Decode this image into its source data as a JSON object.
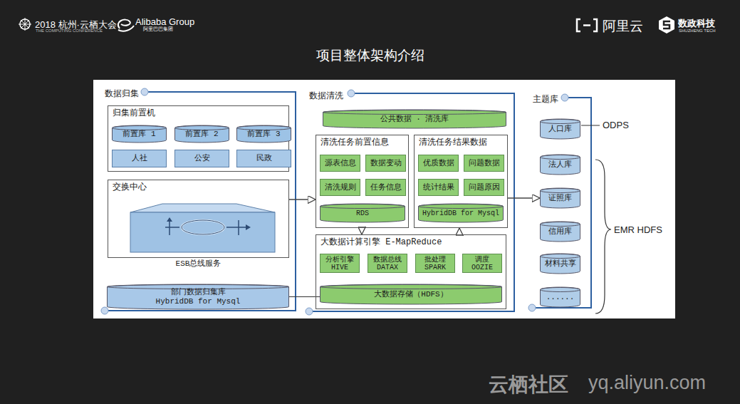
{
  "diagram": {
    "title": "项目整体架构介绍",
    "nodes": [
      {
        "text": [
          "归集前置机"
        ]
      },
      {
        "text": [
          "前置库 1"
        ],
        "in": 0
      },
      {
        "text": [
          "前置库 2"
        ],
        "in": 0
      },
      {
        "text": [
          "前置库 3"
        ],
        "in": 0
      },
      {
        "text": [
          "人社"
        ],
        "in": 0
      },
      {
        "text": [
          "公安"
        ],
        "in": 0
      },
      {
        "text": [
          "民政"
        ],
        "in": 0
      },
      {
        "text": [
          "交换中心",
          "ESB总线服务"
        ]
      },
      {
        "text": [
          "部门数据归集库 HybridDB for Mysql"
        ]
      },
      {
        "text": [
          "公共数据 · 清洗库"
        ]
      },
      {
        "text": [
          "清洗任务前置信息"
        ]
      },
      {
        "text": [
          "源表信息"
        ],
        "in": 10
      },
      {
        "text": [
          "数据变动"
        ],
        "in": 10
      },
      {
        "text": [
          "清洗规则"
        ],
        "in": 10
      },
      {
        "text": [
          "任务信息"
        ],
        "in": 10
      },
      {
        "text": [
          "RDS"
        ],
        "in": 10
      },
      {
        "text": [
          "清洗任务结果数据"
        ]
      },
      {
        "text": [
          "优质数据"
        ],
        "in": 16
      },
      {
        "text": [
          "问题数据"
        ],
        "in": 16
      },
      {
        "text": [
          "统计结果"
        ],
        "in": 16
      },
      {
        "text": [
          "问题原因"
        ],
        "in": 16
      },
      {
        "text": [
          "HybridDB for Mysql"
        ],
        "in": 16
      },
      {
        "text": [
          "大数据计算引擎 E-MapReduce"
        ]
      },
      {
        "text": [
          "分析引擎 HIVE"
        ],
        "in": 22
      },
      {
        "text": [
          "数据总线 DATAX"
        ],
        "in": 22
      },
      {
        "text": [
          "批处理 SPARK"
        ],
        "in": 22
      },
      {
        "text": [
          "调度 OOZIE"
        ],
        "in": 22
      },
      {
        "text": [
          "大数据存储（HDFS）"
        ],
        "in": 22
      },
      {
        "text": [
          "人口库"
        ]
      },
      {
        "text": [
          "法人库"
        ]
      },
      {
        "text": [
          "证照库"
        ]
      },
      {
        "text": [
          "信用库"
        ]
      },
      {
        "text": [
          "材料共享"
        ]
      },
      {
        "text": [
          "......"
        ]
      }
    ],
    "edges": [
      {
        "from": 7,
        "to": 10,
        "arrow": "to"
      },
      {
        "from": 16,
        "to": 30,
        "arrow": "to"
      },
      {
        "from": 10,
        "to": 22,
        "arrow": "to"
      },
      {
        "from": 22,
        "to": 16,
        "arrow": "to"
      },
      {
        "from": 8,
        "to": 27,
        "arrow": "none"
      }
    ],
    "labels": [
      "2018 杭州·云栖大会",
      "THE COMPUTING CONFERENCE",
      "Alibaba Group",
      "阿里巴巴集团",
      "阿里云",
      "数政科技",
      "SHUZHENG TECH",
      "数据归集",
      "数据清洗",
      "主题库",
      "ODPS",
      "EMR HDFS",
      "云栖社区",
      "yq.aliyun.com"
    ]
  }
}
